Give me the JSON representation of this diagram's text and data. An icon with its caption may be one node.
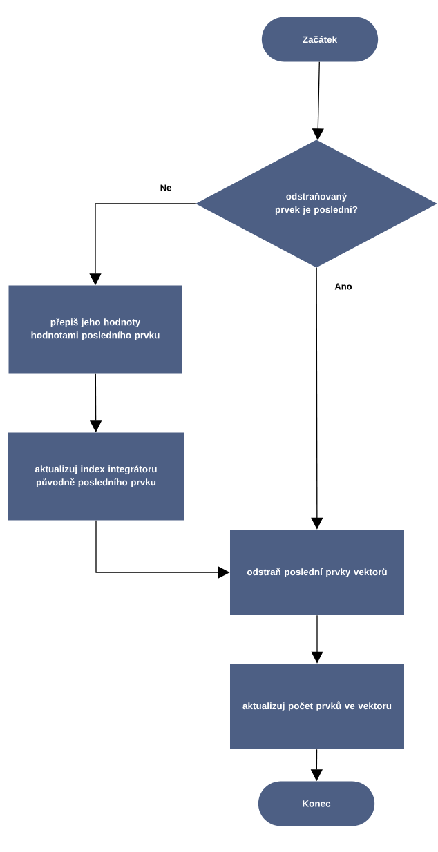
{
  "diagram": {
    "nodes": [
      {
        "text": [
          "Začátek"
        ]
      },
      {
        "text": [
          "odstraňovaný prvek je poslední?"
        ]
      },
      {
        "text": [
          "přepiš jeho hodnoty hodnotami posledního prvku"
        ]
      },
      {
        "text": [
          "aktualizuj index integrátoru původně posledního prvku"
        ]
      },
      {
        "text": [
          "odstraň poslední prvky vektorů"
        ]
      },
      {
        "text": [
          "aktualizuj počet prvků ve vektoru"
        ]
      },
      {
        "text": [
          "Konec"
        ]
      }
    ],
    "edges": [
      {
        "from": 0,
        "to": 1,
        "arrow": "to"
      },
      {
        "from": 1,
        "to": 2,
        "arrow": "to",
        "label": "Ne"
      },
      {
        "from": 1,
        "to": 4,
        "arrow": "to",
        "label": "Ano"
      },
      {
        "from": 2,
        "to": 3,
        "arrow": "to"
      },
      {
        "from": 3,
        "to": 4,
        "arrow": "to"
      },
      {
        "from": 4,
        "to": 5,
        "arrow": "to"
      },
      {
        "from": 5,
        "to": 6,
        "arrow": "to"
      }
    ]
  }
}
